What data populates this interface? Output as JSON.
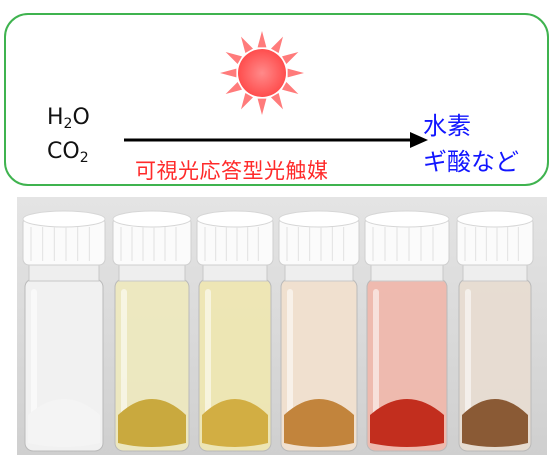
{
  "reaction": {
    "reactant_line1_main": "H",
    "reactant_line1_sub": "2",
    "reactant_line1_tail": "O",
    "reactant_line2_main": "CO",
    "reactant_line2_sub": "2",
    "catalyst_label": "可視光応答型光触媒",
    "product_line1": "水素",
    "product_line2": "ギ酸など"
  },
  "colors": {
    "box_border": "#3fb34f",
    "sun": "#ff5a5a",
    "catalyst_text": "#ff2a2a",
    "product_text": "#1216ff",
    "arrow": "#000000"
  },
  "icons": {
    "light_source": "sun-icon"
  },
  "vials": [
    {
      "powder": "#f4f4f4",
      "tint": "#f3f3f3"
    },
    {
      "powder": "#c9a93e",
      "tint": "#eee9bf"
    },
    {
      "powder": "#d2ae43",
      "tint": "#efe7b3"
    },
    {
      "powder": "#c2843c",
      "tint": "#f2e1cf"
    },
    {
      "powder": "#c22e1e",
      "tint": "#f0b9ad"
    },
    {
      "powder": "#8a5a35",
      "tint": "#e8ddd2"
    }
  ]
}
